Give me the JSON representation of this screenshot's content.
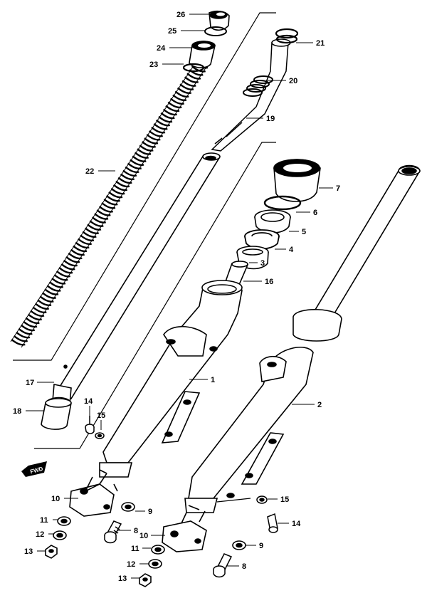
{
  "diagram": {
    "callouts": [
      "26",
      "25",
      "24",
      "23",
      "21",
      "20",
      "19",
      "22",
      "7",
      "6",
      "5",
      "4",
      "3",
      "16",
      "1",
      "2",
      "17",
      "18",
      "14",
      "15",
      "10",
      "9",
      "11",
      "12",
      "13",
      "8",
      "10",
      "9",
      "11",
      "8",
      "13",
      "12",
      "15",
      "14"
    ],
    "direction_marker": "FWD",
    "colors": {
      "ink": "#000000",
      "paper": "#ffffff"
    }
  }
}
